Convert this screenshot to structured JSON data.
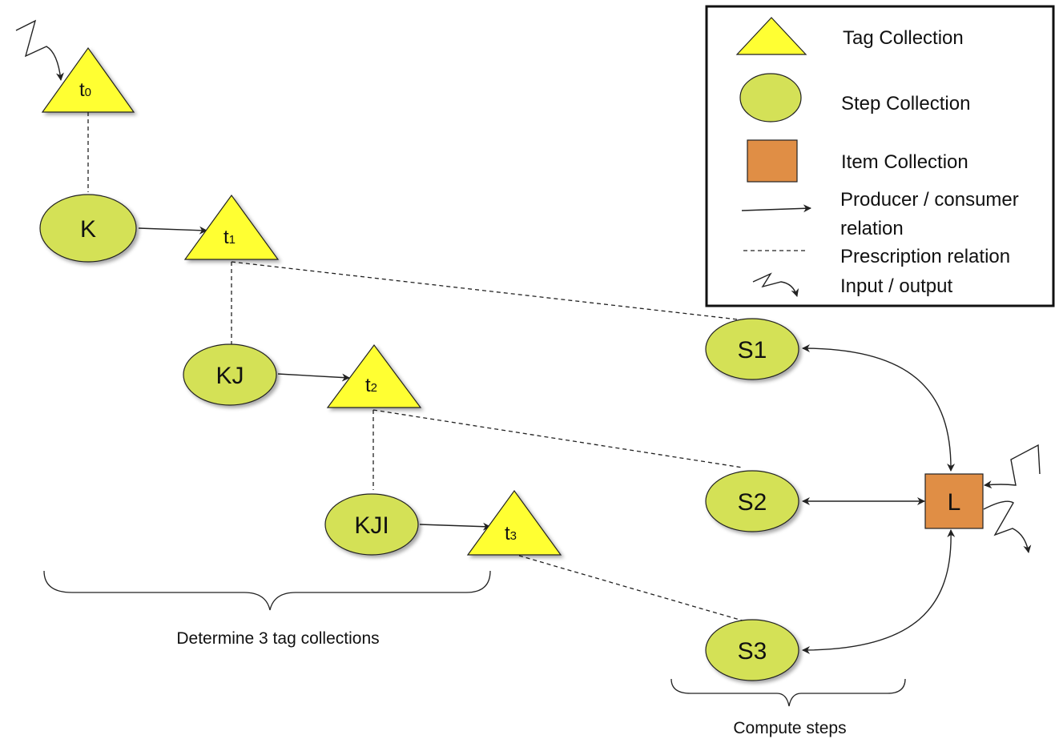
{
  "nodes": {
    "t0": {
      "letter": "t",
      "sub": "0"
    },
    "t1": {
      "letter": "t",
      "sub": "1"
    },
    "t2": {
      "letter": "t",
      "sub": "2"
    },
    "t3": {
      "letter": "t",
      "sub": "3"
    },
    "K": "K",
    "KJ": "KJ",
    "KJI": "KJI",
    "S1": "S1",
    "S2": "S2",
    "S3": "S3",
    "L": "L"
  },
  "legend": {
    "tag": "Tag Collection",
    "step": "Step Collection",
    "item": "Item Collection",
    "producer_line1": "Producer / consumer",
    "producer_line2": "relation",
    "prescription": "Prescription relation",
    "io": "Input / output"
  },
  "braces": {
    "determine": "Determine 3 tag collections",
    "compute": "Compute steps"
  },
  "colors": {
    "tag": "#ffff33",
    "step": "#d4e157",
    "item": "#e08e45"
  }
}
